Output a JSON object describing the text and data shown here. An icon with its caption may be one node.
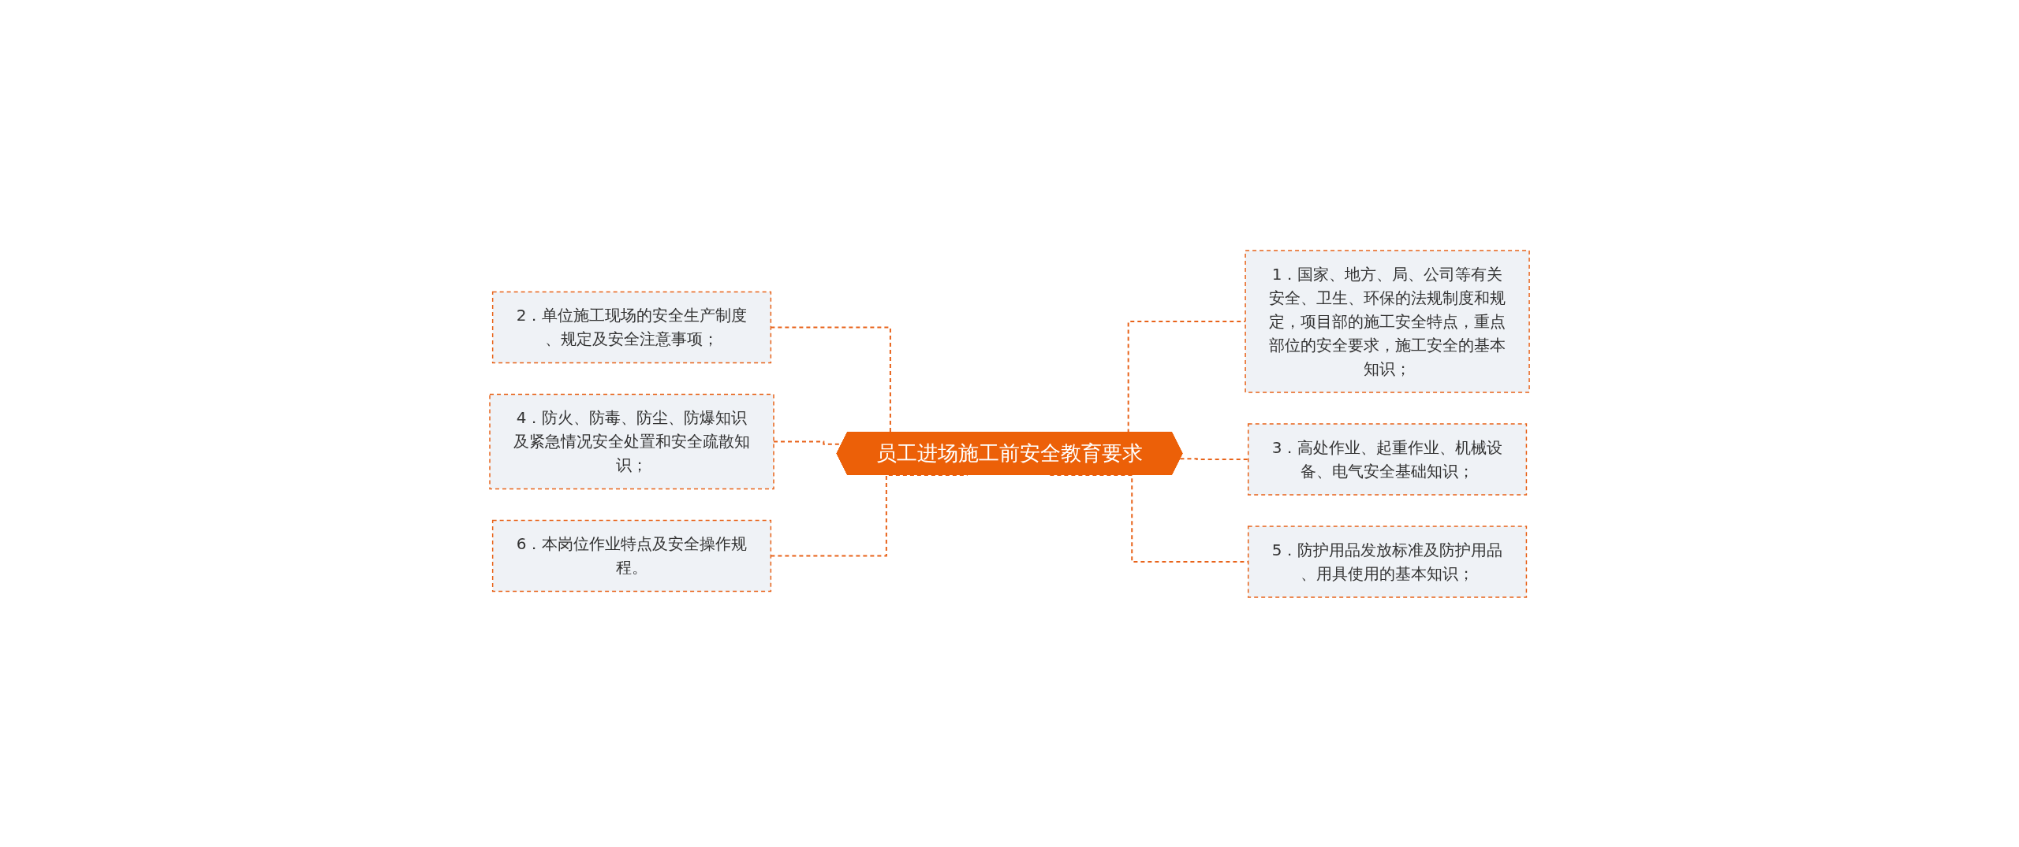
{
  "diagram": {
    "nodes": [
      {
        "text": [
          "员工进场施工前安全教育要求"
        ]
      },
      {
        "text": [
          "1．国家、地方、局、公司等有关安全、卫生、环保的法规制度和规定，项目部的施工安全特点，重点部位的安全要求，施工安全的基本知识；"
        ]
      },
      {
        "text": [
          "2．单位施工现场的安全生产制度、规定及安全注意事项；"
        ]
      },
      {
        "text": [
          "3．高处作业、起重作业、机械设备、电气安全基础知识；"
        ]
      },
      {
        "text": [
          "4．防火、防毒、防尘、防爆知识及紧急情况安全处置和安全疏散知识；"
        ]
      },
      {
        "text": [
          "5．防护用品发放标准及防护用品、用具使用的基本知识；"
        ]
      },
      {
        "text": [
          "6．本岗位作业特点及安全操作规程。"
        ]
      }
    ],
    "edges": [
      {
        "from": 2,
        "to": 0,
        "arrow": "none",
        "style": "dashed"
      },
      {
        "from": 4,
        "to": 0,
        "arrow": "none",
        "style": "dashed"
      },
      {
        "from": 6,
        "to": 0,
        "arrow": "none",
        "style": "dashed"
      },
      {
        "from": 0,
        "to": 1,
        "arrow": "none",
        "style": "dashed"
      },
      {
        "from": 0,
        "to": 3,
        "arrow": "none",
        "style": "dashed"
      },
      {
        "from": 0,
        "to": 5,
        "arrow": "none",
        "style": "dashed"
      }
    ]
  }
}
